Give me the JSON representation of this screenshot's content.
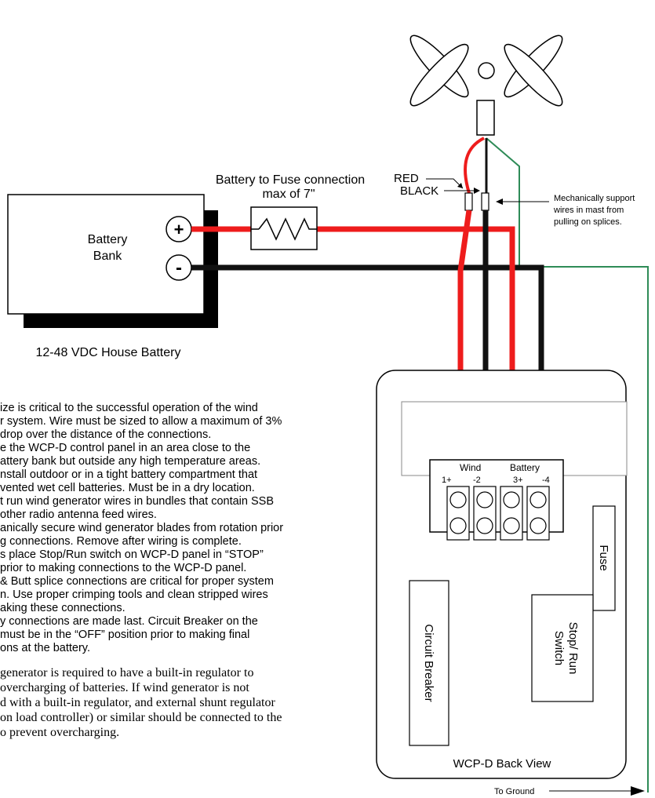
{
  "labels": {
    "battery_bank_line1": "Battery",
    "battery_bank_line2": "Bank",
    "plus_symbol": "+",
    "minus_symbol": "-",
    "house_battery": "12-48 VDC House Battery",
    "fuse_connection_line1": "Battery to Fuse  connection",
    "fuse_connection_line2": "max of 7\"",
    "red_wire": "RED",
    "black_wire": "BLACK",
    "support_line1": "Mechanically support",
    "support_line2": "wires in mast from",
    "support_line3": "pulling on splices.",
    "terminal_wind": "Wind",
    "terminal_battery": "Battery",
    "term_1": "1+",
    "term_2": "-2",
    "term_3": "3+",
    "term_4": "-4",
    "fuse": "Fuse",
    "circuit_breaker": "Circuit Breaker",
    "stop_run_line1": "Stop/ Run",
    "stop_run_line2": "Switch",
    "panel_title": "WCP-D Back View",
    "to_ground": "To Ground"
  },
  "notes": [
    "ize is critical to the successful operation of the wind",
    "r system. Wire must be sized to allow a maximum of 3%",
    "drop over the distance of the connections.",
    "e the WCP-D control panel in an area close to the",
    "attery bank  but outside any high temperature areas.",
    "nstall outdoor or in a tight battery compartment that",
    "vented wet cell batteries. Must be in a dry location.",
    "t run wind generator wires in bundles that contain SSB",
    "other radio antenna feed wires.",
    "anically secure wind generator blades from rotation prior",
    "g connections.  Remove after wiring is complete.",
    "s place Stop/Run switch on WCP-D panel in “STOP”",
    "prior to  making connections to the WCP-D panel.",
    " & Butt splice connections are critical for proper system",
    "n.  Use proper crimping tools and clean stripped wires",
    "aking these connections.",
    "y connections are made last.  Circuit Breaker on the",
    "must be  in the “OFF” position prior to making final",
    "ons at the battery."
  ],
  "notes_serif": [
    " generator is required to have a built-in regulator to",
    "overcharging of batteries.  If wind generator is not",
    "d with a built-in regulator, and external shunt regulator",
    "on load controller) or similar should be connected to the",
    "o prevent overcharging."
  ],
  "colors": {
    "positive_wire": "#ee1c1c",
    "negative_wire": "#111111",
    "ground_wire": "#2e8b57",
    "outline": "#000000"
  }
}
